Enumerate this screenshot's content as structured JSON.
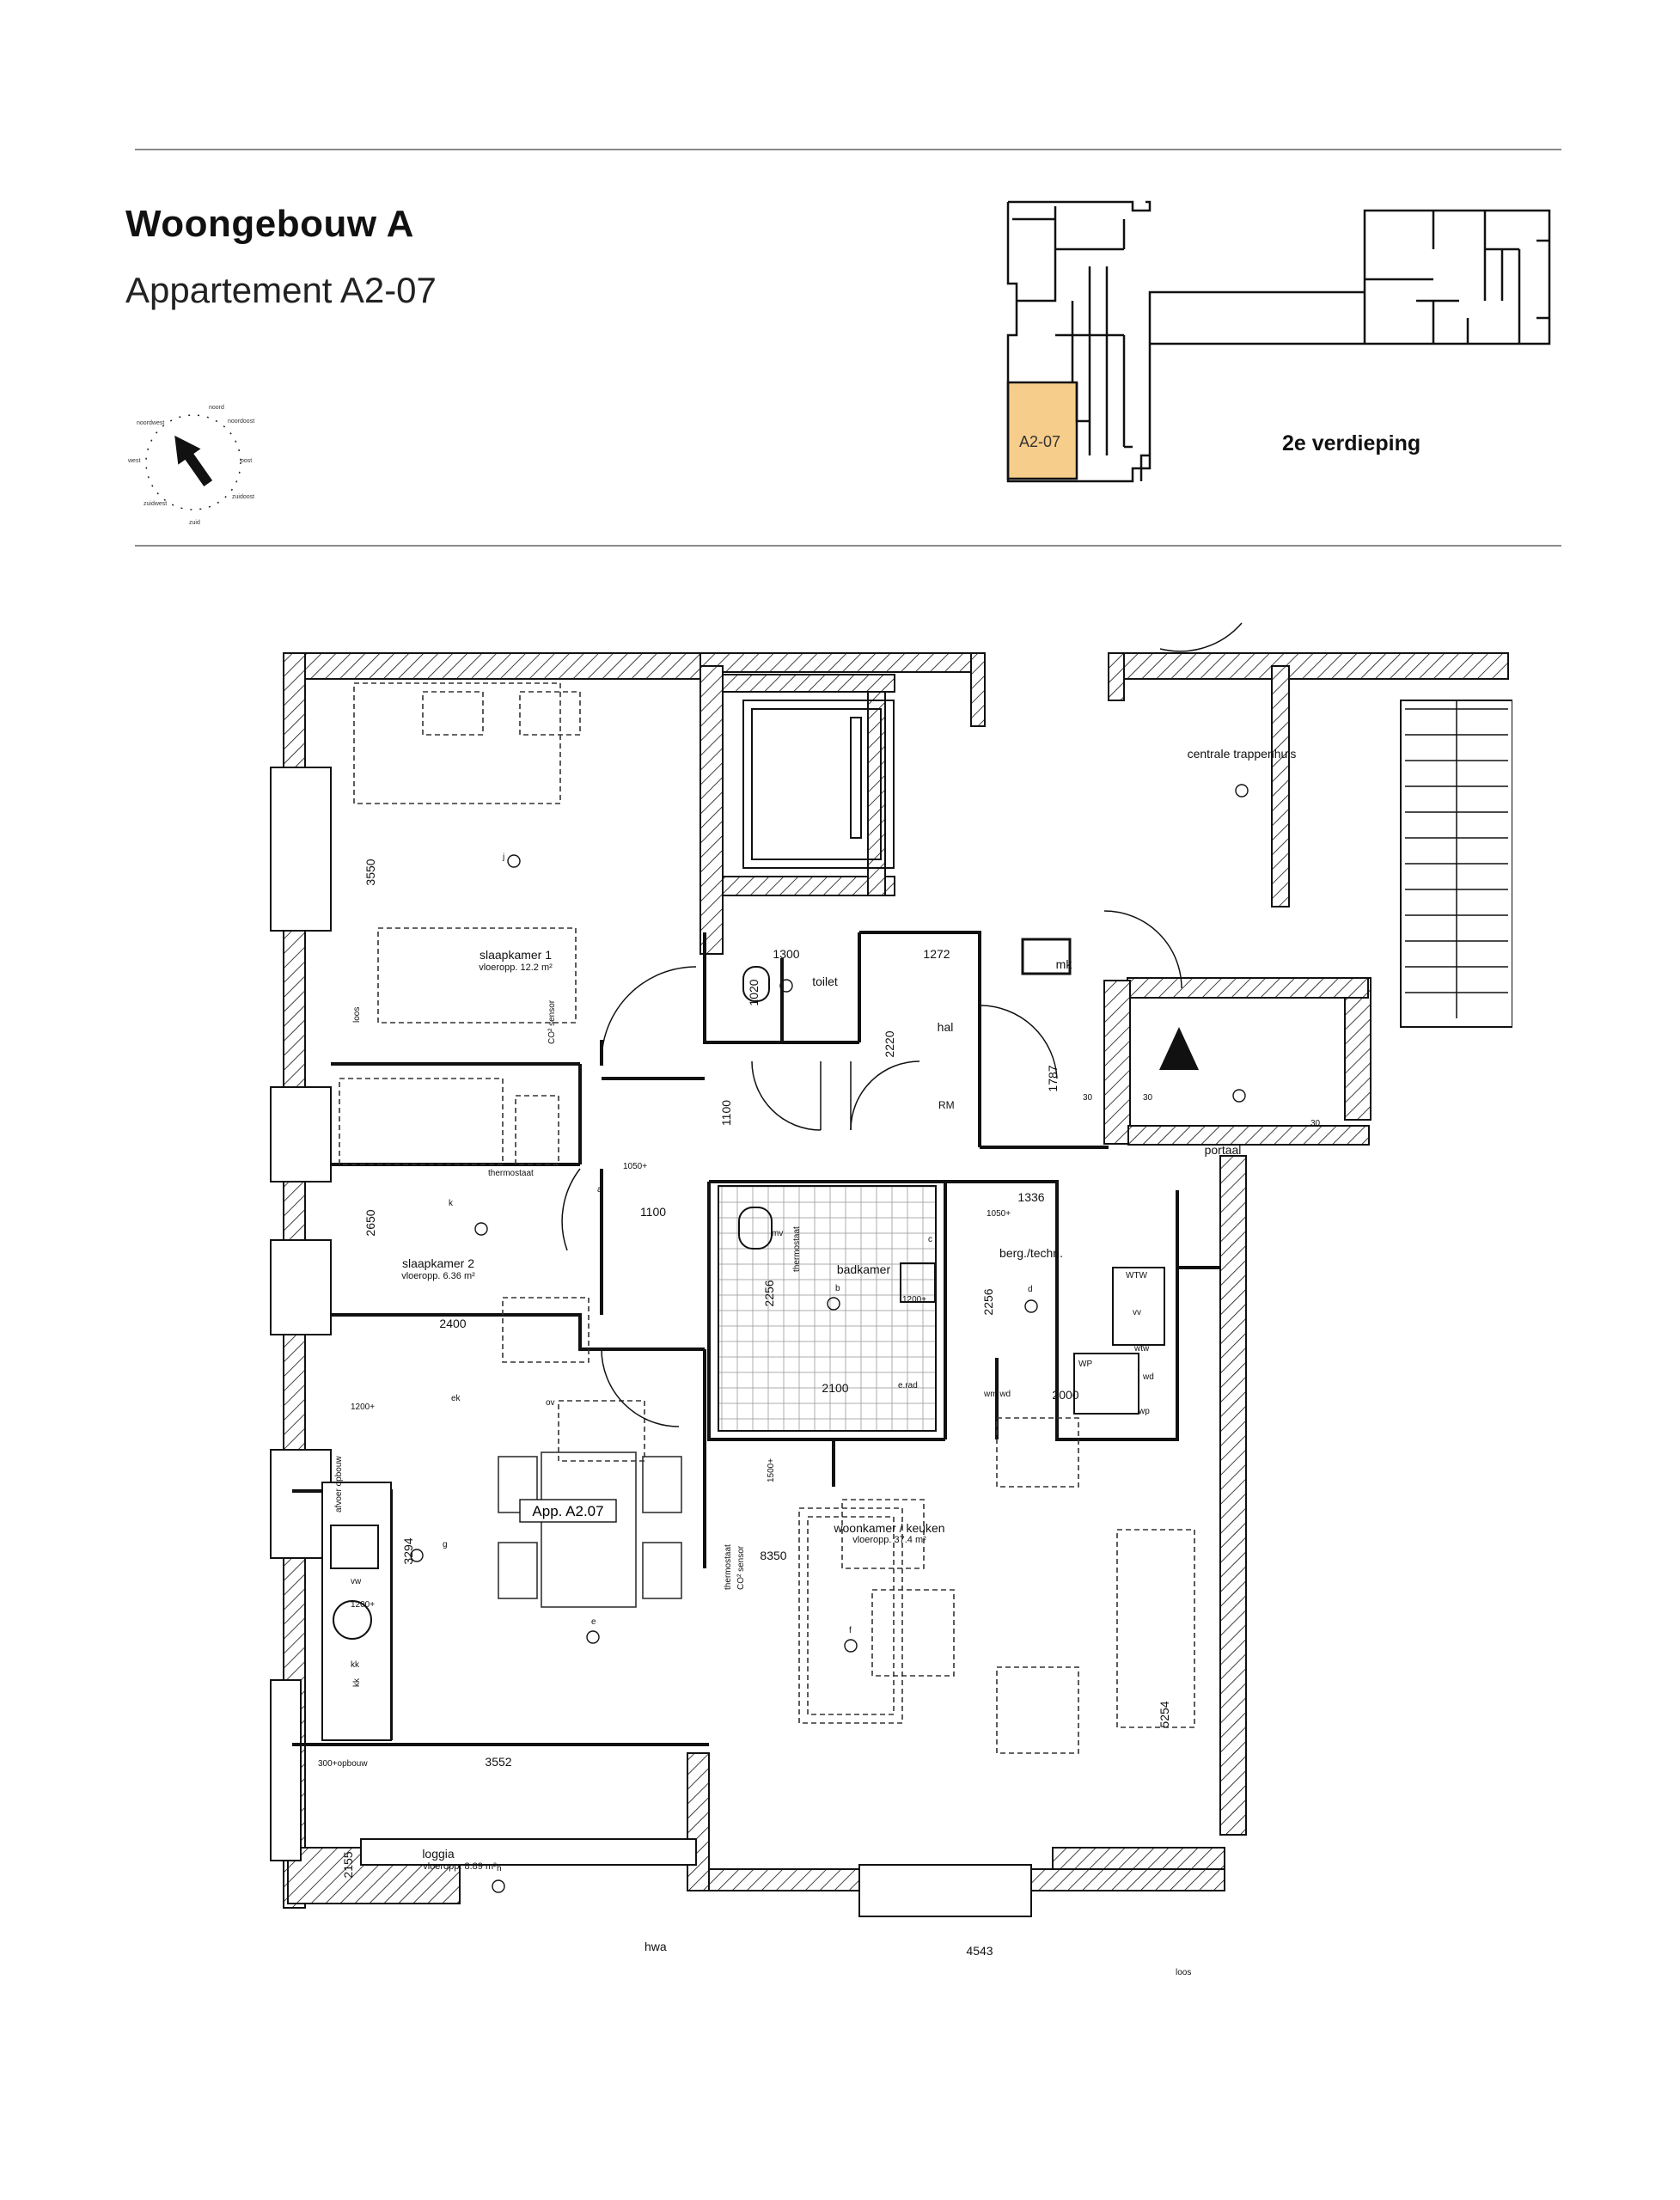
{
  "header": {
    "title": "Woongebouw A",
    "subtitle": "Appartement A2-07",
    "floor": "2e verdieping",
    "keyplan_unit": "A2-07"
  },
  "compass": {
    "labels": [
      "noord",
      "noordoost",
      "oost",
      "zuidoost",
      "zuid",
      "zuidwest",
      "west",
      "noordwest"
    ]
  },
  "plan": {
    "rooms": {
      "slaapkamer1": {
        "name": "slaapkamer 1",
        "area": "vloeropp. 12.2 m²"
      },
      "slaapkamer2": {
        "name": "slaapkamer 2",
        "area": "vloeropp. 6.36 m²"
      },
      "woonkamer": {
        "name": "woonkamer / keuken",
        "area": "vloeropp. 37.4 m²"
      },
      "loggia": {
        "name": "loggia",
        "area": "vloeropp. 8.89 m²"
      },
      "badkamer": {
        "name": "badkamer"
      },
      "toilet": {
        "name": "toilet"
      },
      "hal": {
        "name": "hal"
      },
      "berging": {
        "name": "berg./techn."
      },
      "portaal": {
        "name": "portaal"
      },
      "trappenhuis": {
        "name": "centrale trappenhuis"
      },
      "mk": {
        "name": "mk"
      }
    },
    "unit_label": "App. A2.07",
    "dimensions": {
      "d3550": "3550",
      "d2650": "2650",
      "d2400": "2400",
      "d1100a": "1100",
      "d1100b": "1100",
      "d1300": "1300",
      "d1020": "1020",
      "d1272": "1272",
      "d2220": "2220",
      "d1787": "1787",
      "d1336": "1336",
      "d2256a": "2256",
      "d2256b": "2256",
      "d2100": "2100",
      "d2000": "2000",
      "d8350": "8350",
      "d3294": "3294",
      "d3552": "3552",
      "d2155": "2155",
      "d5254": "5254",
      "d4543": "4543"
    },
    "annotations": {
      "thermostaat1": "thermostaat",
      "thermostaat2": "thermostaat",
      "co2_sensor1": "CO² sensor",
      "co2_sensor2": "CO² sensor",
      "thermostaat_bad": "thermostaat",
      "h1050a": "1050+",
      "h1050b": "1050+",
      "h1200a": "1200+",
      "h1200b": "1200+",
      "h1200c": "1200+",
      "h1500": "1500+",
      "h300": "300+opbouw",
      "afvoer": "afvoer opbouw",
      "loos1": "loos",
      "loos2": "loos",
      "hwa": "hwa",
      "rm": "RM",
      "ov": "ov",
      "ek": "ek",
      "vw": "vw",
      "kk1": "kk",
      "kk2": "kk",
      "mv": "mv",
      "erad": "e.rad",
      "wm_wd": "wm wd",
      "wp1": "WP",
      "wp2": "wp",
      "wtw1": "WTW",
      "wtw2": "wtw",
      "vv": "vv",
      "wd": "wd",
      "h30a": "30",
      "h30b": "30",
      "h30c": "30",
      "letter_a": "a",
      "letter_b": "b",
      "letter_c": "c",
      "letter_d": "d",
      "letter_e": "e",
      "letter_f": "f",
      "letter_g": "g",
      "letter_h": "h",
      "letter_j": "j",
      "letter_k": "k"
    }
  },
  "colors": {
    "highlight": "#f6cd8a",
    "wall": "#1a1a1a",
    "rule": "#8a8a8a"
  }
}
